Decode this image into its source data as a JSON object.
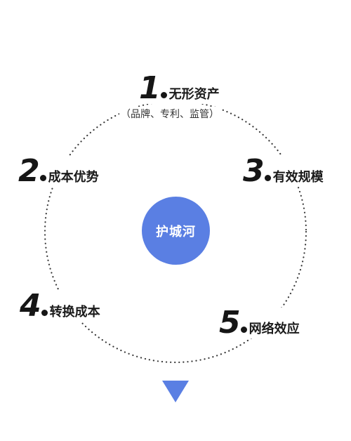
{
  "center": {
    "label": "护城河",
    "color": "#5a7fe3"
  },
  "nodes": [
    {
      "number": "1",
      "label": "无形资产",
      "sub": "（品牌、专利、监管）"
    },
    {
      "number": "2",
      "label": "成本优势"
    },
    {
      "number": "3",
      "label": "有效规模"
    },
    {
      "number": "4",
      "label": "转换成本"
    },
    {
      "number": "5",
      "label": "网络效应"
    }
  ],
  "arrow": {
    "icon": "triangle-down-icon",
    "color": "#5a7fe3"
  }
}
